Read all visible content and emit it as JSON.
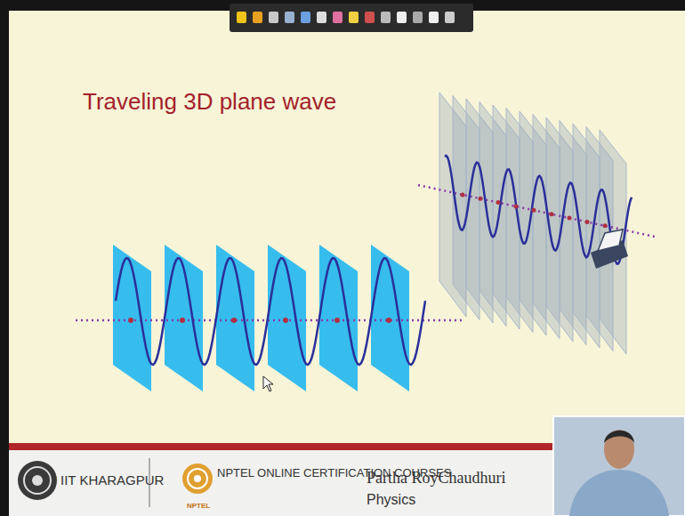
{
  "diagram": {
    "title": "Traveling 3D plane wave",
    "labels": [
      "IIT KHARAGPUR",
      "NPTEL ONLINE CERTIFICATION COURSES",
      "NPTEL",
      "Partha RoyChaudhuri",
      "Physics"
    ]
  }
}
